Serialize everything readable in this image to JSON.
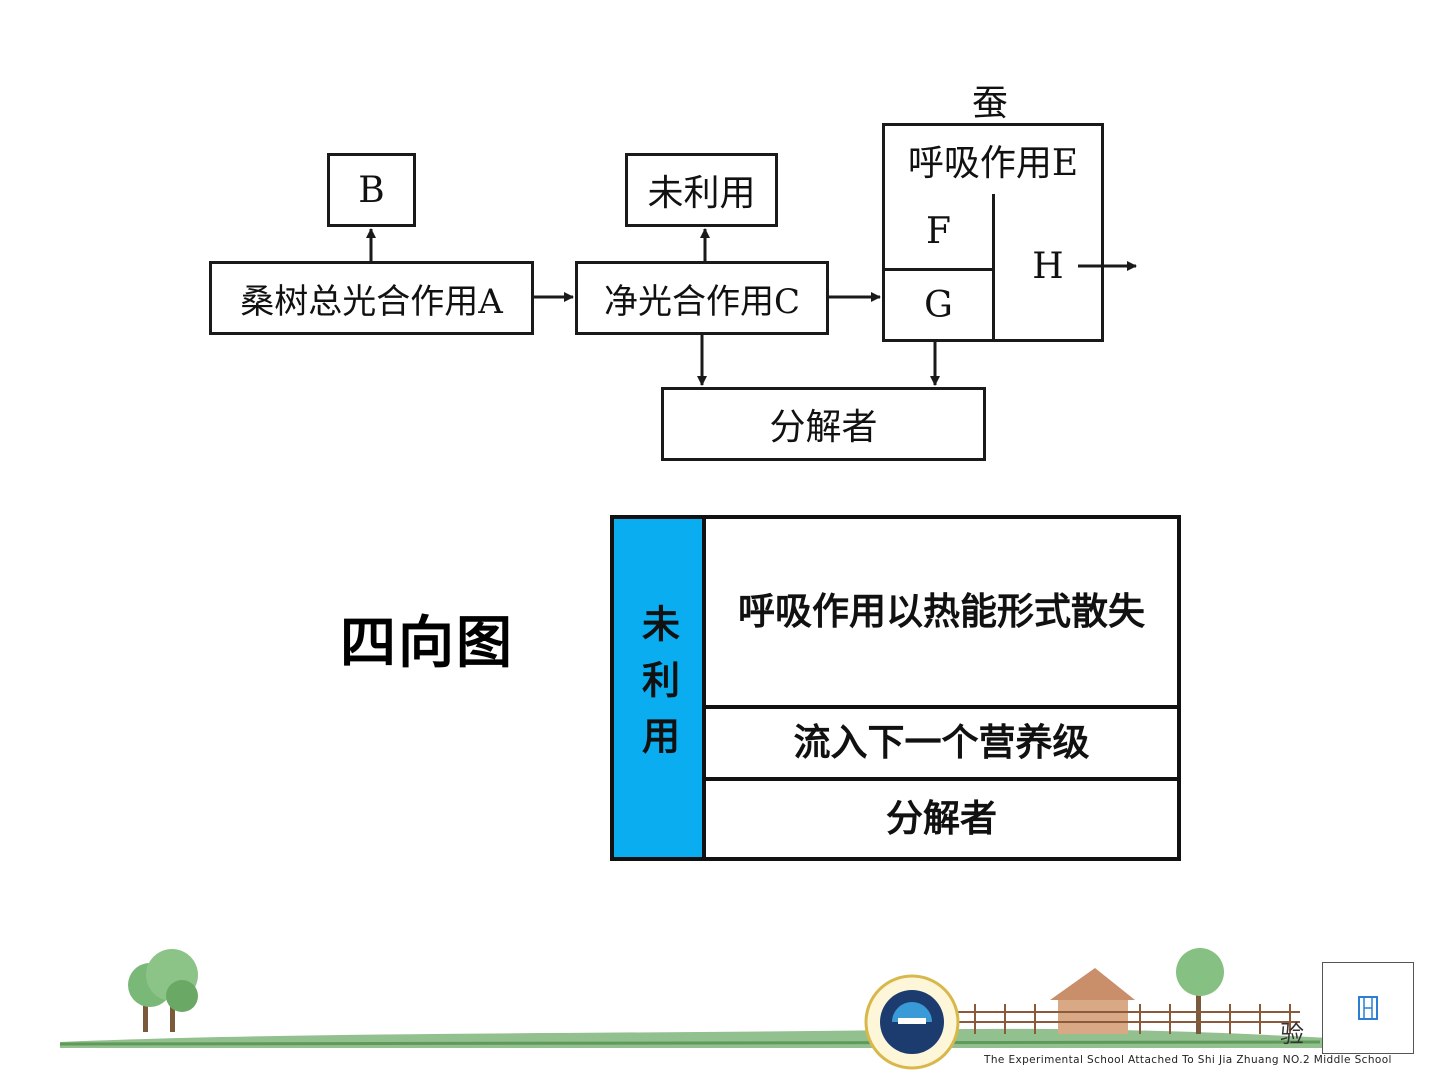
{
  "diagram": {
    "silkworm_label": "蚕",
    "box_b": "B",
    "box_unused": "未利用",
    "box_a": "桑树总光合作用A",
    "box_c": "净光合作用C",
    "box_e": "呼吸作用E",
    "box_f": "F",
    "box_g": "G",
    "box_h": "H",
    "box_decomposer": "分解者"
  },
  "heading": "四向图",
  "table": {
    "side_label": "未利用",
    "row1": "呼吸作用以热能形式散失",
    "row2": "流入下一个营养级",
    "row3": "分解者"
  },
  "footer": {
    "school_en": "The Experimental School Attached To Shi Jia Zhuang NO.2 Middle School",
    "school_cn_fragment": "验"
  },
  "colors": {
    "accent": "#0aaef0",
    "line": "#1a1a1a",
    "grass": "#7fb57a"
  },
  "icons": {
    "media": "film-icon"
  }
}
